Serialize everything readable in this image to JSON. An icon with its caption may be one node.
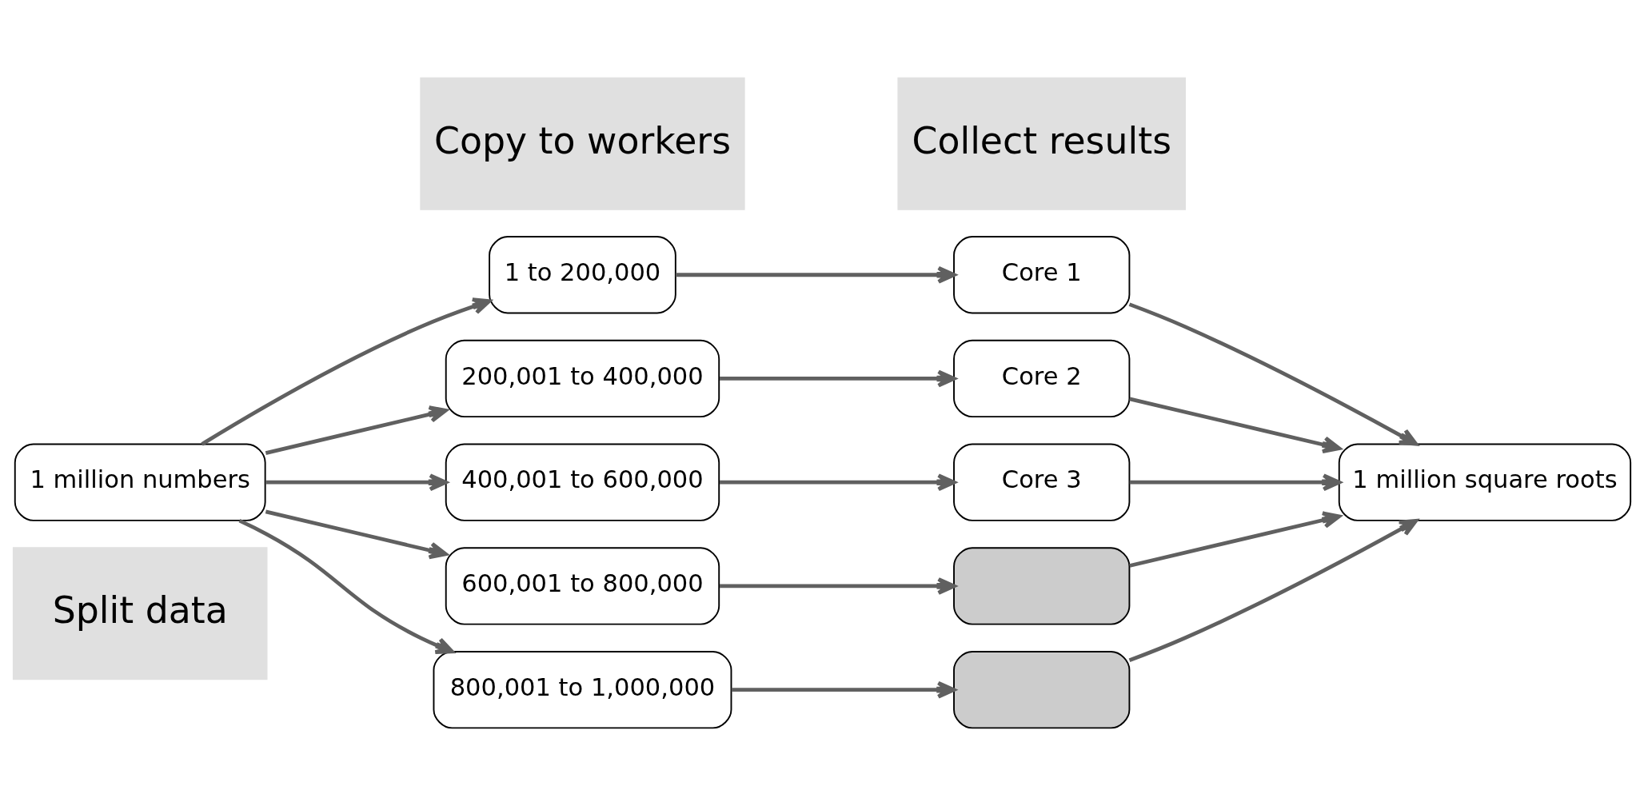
{
  "diagram": {
    "nodes": [
      {
        "text": [
          "Split data"
        ]
      },
      {
        "text": [
          "Copy to workers"
        ]
      },
      {
        "text": [
          "Collect results"
        ]
      },
      {
        "text": [
          "1 million numbers"
        ]
      },
      {
        "text": [
          "1 to 200,000"
        ]
      },
      {
        "text": [
          "200,001 to 400,000"
        ]
      },
      {
        "text": [
          "400,001 to 600,000"
        ]
      },
      {
        "text": [
          "600,001 to 800,000"
        ]
      },
      {
        "text": [
          "800,001 to 1,000,000"
        ]
      },
      {
        "text": [
          "Core 1"
        ]
      },
      {
        "text": [
          "Core 2"
        ]
      },
      {
        "text": [
          "Core 3"
        ]
      },
      {
        "text": [],
        "shape": "box"
      },
      {
        "text": [],
        "shape": "box"
      },
      {
        "text": [
          "1 million square roots"
        ]
      }
    ],
    "edges": [
      {
        "from": 3,
        "to": 4,
        "arrow": "to"
      },
      {
        "from": 3,
        "to": 5,
        "arrow": "to"
      },
      {
        "from": 3,
        "to": 6,
        "arrow": "to"
      },
      {
        "from": 3,
        "to": 7,
        "arrow": "to"
      },
      {
        "from": 3,
        "to": 8,
        "arrow": "to"
      },
      {
        "from": 4,
        "to": 9,
        "arrow": "to"
      },
      {
        "from": 5,
        "to": 10,
        "arrow": "to"
      },
      {
        "from": 6,
        "to": 11,
        "arrow": "to"
      },
      {
        "from": 7,
        "to": 12,
        "arrow": "to"
      },
      {
        "from": 8,
        "to": 13,
        "arrow": "to"
      },
      {
        "from": 9,
        "to": 14,
        "arrow": "to"
      },
      {
        "from": 10,
        "to": 14,
        "arrow": "to"
      },
      {
        "from": 11,
        "to": 14,
        "arrow": "to"
      },
      {
        "from": 12,
        "to": 14,
        "arrow": "to"
      },
      {
        "from": 13,
        "to": 14,
        "arrow": "to"
      }
    ]
  }
}
